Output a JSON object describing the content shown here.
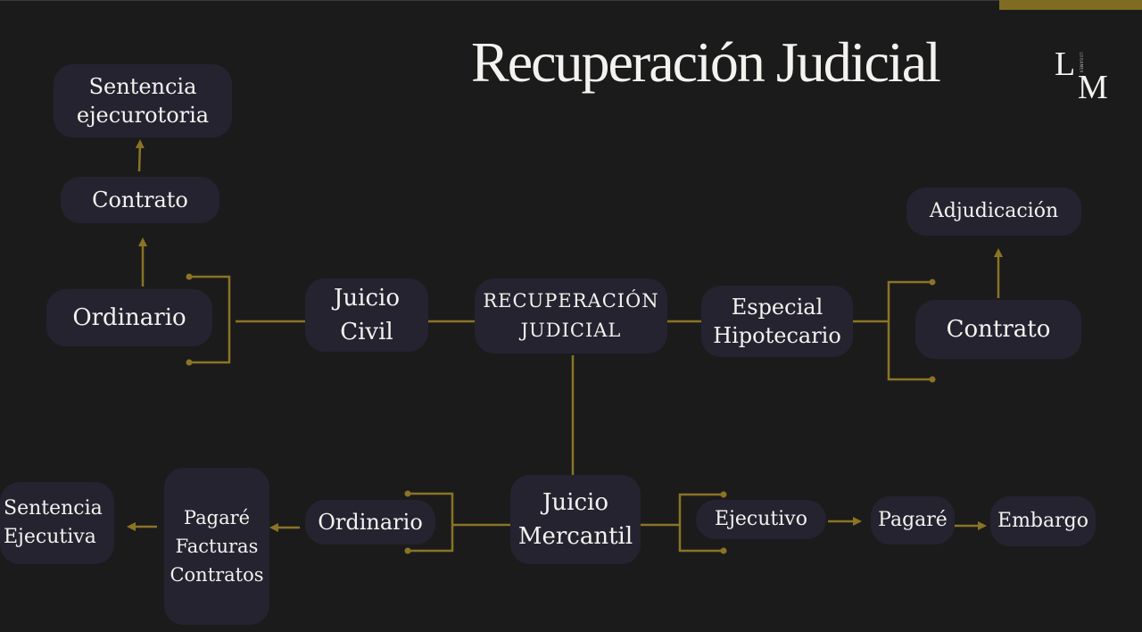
{
  "slide": {
    "title": "Recuperación Judicial",
    "accent_color": "#7f6c22",
    "connector_color": "#8a7425",
    "node_color": "#252330",
    "logo": {
      "top_letter": "L",
      "bottom_letter": "M",
      "tiny_text": "LOGAMEX"
    }
  },
  "nodes": {
    "center": "RECUPERACIÓN\nJUDICIAL",
    "juicio_civil": "Juicio\nCivil",
    "ordinario_civil": "Ordinario",
    "contrato_civil": "Contrato",
    "sentencia_ejecutoria": "Sentencia\nejecurotoria",
    "especial_hipotecario": "Especial\nHipotecario",
    "contrato_hipotecario": "Contrato",
    "adjudicacion": "Adjudicación",
    "juicio_mercantil": "Juicio\nMercantil",
    "ordinario_mercantil": "Ordinario",
    "documentos": "Pagaré\nFacturas\nContratos",
    "sentencia_ejecutiva": "Sentencia\nEjecutiva",
    "ejecutivo": "Ejecutivo",
    "pagare": "Pagaré",
    "embargo": "Embargo"
  }
}
